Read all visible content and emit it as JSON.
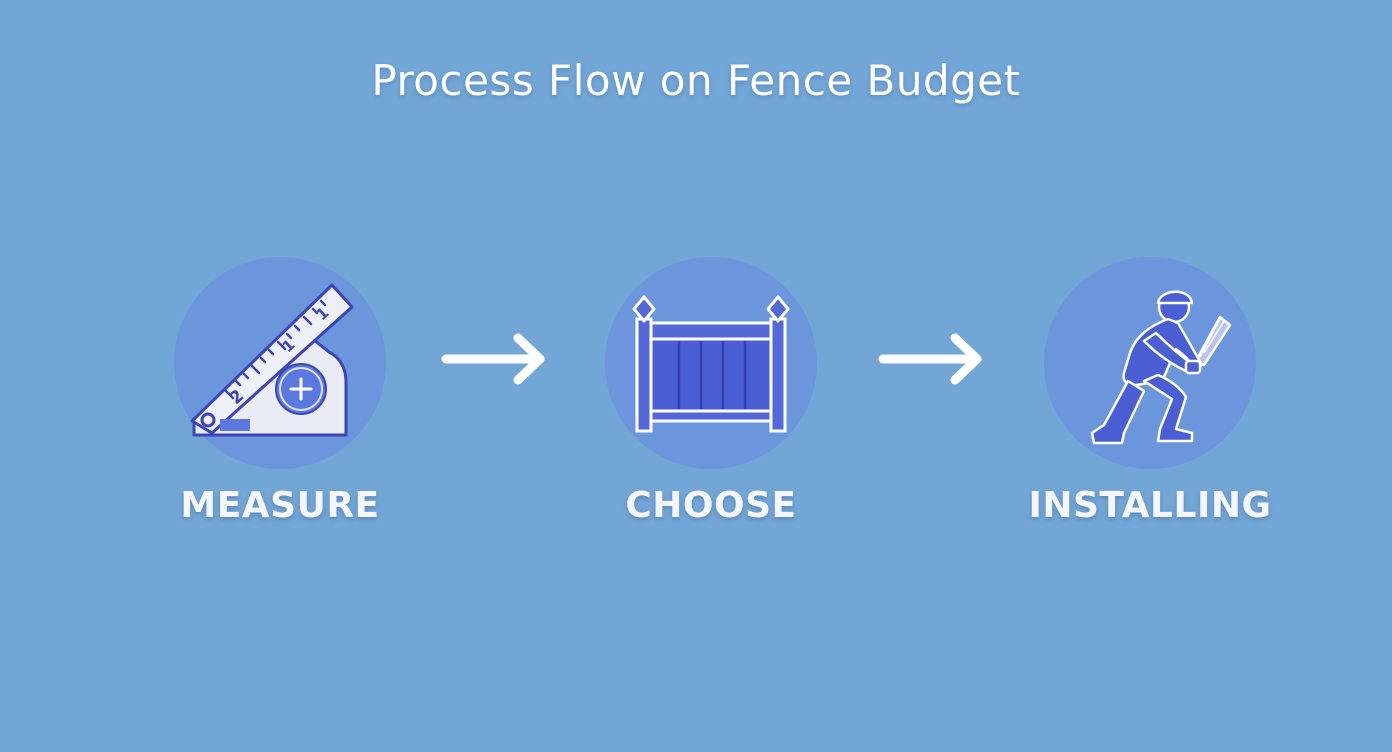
{
  "title": "Process Flow on Fence Budget",
  "steps": [
    {
      "label": "MEASURE",
      "icon": "measuring-tape-icon"
    },
    {
      "label": "CHOOSE",
      "icon": "fence-panel-icon"
    },
    {
      "label": "INSTALLING",
      "icon": "worker-installing-icon"
    }
  ],
  "connectors": [
    "arrow-right-icon",
    "arrow-right-icon"
  ],
  "colors": {
    "background": "#72a6d6",
    "circle": "#6b96dc",
    "icon_fill": "#4a5fd4",
    "icon_outline": "#3b45b8",
    "text": "#ffffff"
  }
}
